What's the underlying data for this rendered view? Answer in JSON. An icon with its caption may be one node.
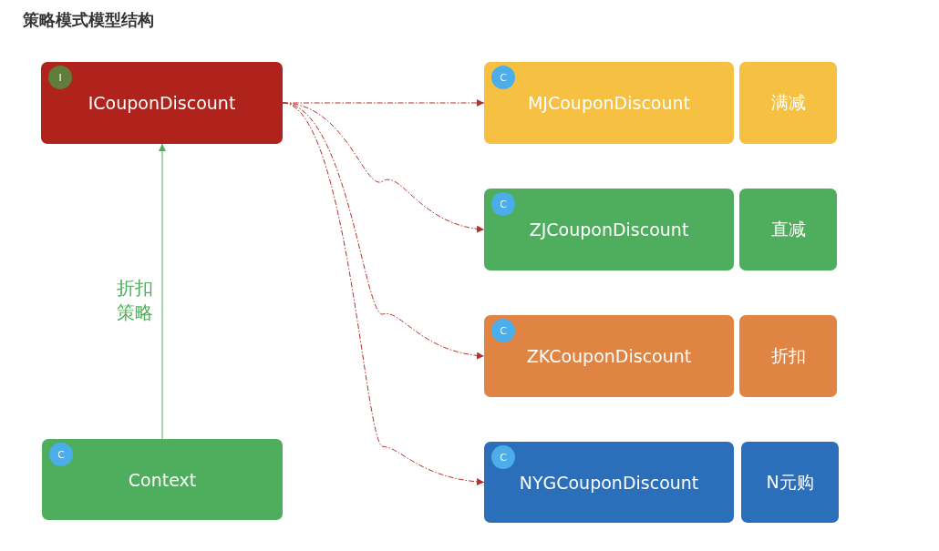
{
  "diagram": {
    "title": "策略模式模型结构",
    "nodes": [
      {
        "text": [
          "ICouponDiscount"
        ]
      },
      {
        "text": [
          "I"
        ],
        "in": 0
      },
      {
        "text": [
          "MJCouponDiscount"
        ]
      },
      {
        "text": [
          "C"
        ],
        "in": 2
      },
      {
        "text": [
          "满减"
        ]
      },
      {
        "text": [
          "ZJCouponDiscount"
        ]
      },
      {
        "text": [
          "C"
        ],
        "in": 5
      },
      {
        "text": [
          "直减"
        ]
      },
      {
        "text": [
          "ZKCouponDiscount"
        ]
      },
      {
        "text": [
          "C"
        ],
        "in": 8
      },
      {
        "text": [
          "折扣"
        ]
      },
      {
        "text": [
          "NYGCouponDiscount"
        ]
      },
      {
        "text": [
          "C"
        ],
        "in": 11
      },
      {
        "text": [
          "N元购"
        ]
      },
      {
        "text": [
          "Context"
        ]
      },
      {
        "text": [
          "C"
        ],
        "in": 14
      }
    ],
    "edges": [
      {
        "from": 0,
        "to": 2,
        "arrow": "to",
        "style": "dashed"
      },
      {
        "from": 0,
        "to": 5,
        "arrow": "to",
        "style": "dashed"
      },
      {
        "from": 0,
        "to": 8,
        "arrow": "to",
        "style": "dashed"
      },
      {
        "from": 0,
        "to": 11,
        "arrow": "to",
        "style": "dashed"
      },
      {
        "from": 14,
        "to": 0,
        "arrow": "to",
        "label": "折扣策略",
        "color": "#4caf5a"
      }
    ]
  }
}
